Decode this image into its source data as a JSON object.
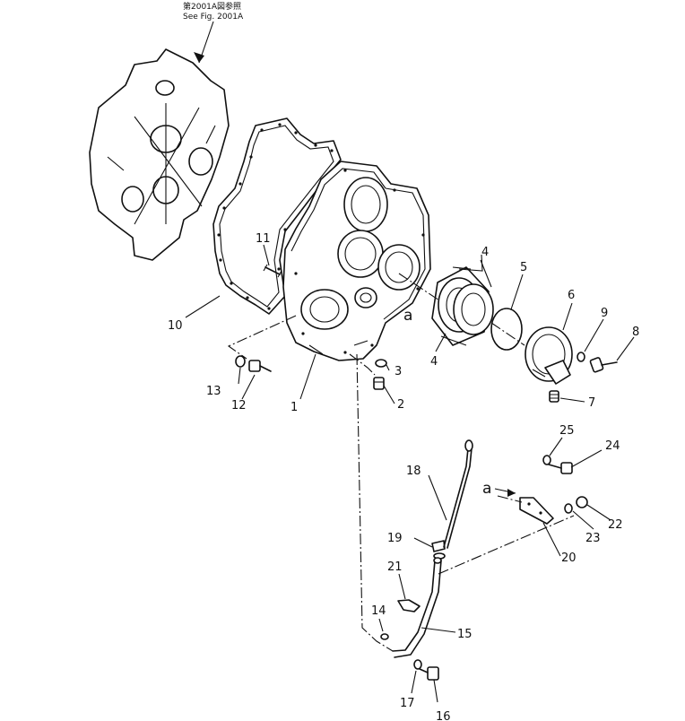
{
  "reference": {
    "line1": "第2001A図参照",
    "line2": "See  Fig. 2001A"
  },
  "cut_markers": {
    "a_upper": "a",
    "a_lower": "a"
  },
  "parts": {
    "p1": "1",
    "p2": "2",
    "p3": "3",
    "p4a": "4",
    "p4b": "4",
    "p5": "5",
    "p6": "6",
    "p7": "7",
    "p8": "8",
    "p9": "9",
    "p10": "10",
    "p11": "11",
    "p12": "12",
    "p13": "13",
    "p14": "14",
    "p15": "15",
    "p16": "16",
    "p17": "17",
    "p18": "18",
    "p19": "19",
    "p20": "20",
    "p21": "21",
    "p22": "22",
    "p23": "23",
    "p24": "24",
    "p25": "25"
  }
}
